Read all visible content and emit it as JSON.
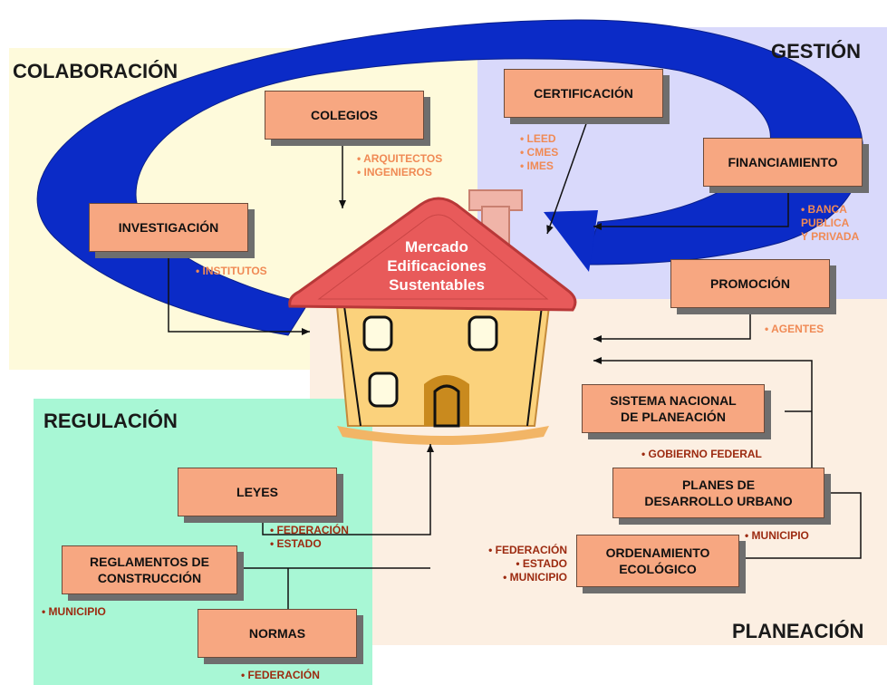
{
  "zones": {
    "colaboracion": "COLABORACIÓN",
    "gestion": "GESTIÓN",
    "regulacion": "REGULACIÓN",
    "planeacion": "PLANEACIÓN"
  },
  "center": "Mercado\nEdificaciones\nSustentables",
  "boxes": {
    "colegios": "COLEGIOS",
    "investigacion": "INVESTIGACIÓN",
    "certificacion": "CERTIFICACIÓN",
    "financiamiento": "FINANCIAMIENTO",
    "promocion": "PROMOCIÓN",
    "sistema_nacional": "SISTEMA NACIONAL\nDE PLANEACIÓN",
    "planes_desarrollo": "PLANES DE\nDESARROLLO URBANO",
    "ordenamiento": "ORDENAMIENTO\nECOLÓGICO",
    "leyes": "LEYES",
    "reglamentos": "REGLAMENTOS DE\nCONSTRUCCIÓN",
    "normas": "NORMAS"
  },
  "notes": {
    "colegios": "• ARQUITECTOS\n• INGENIEROS",
    "investigacion": "• INSTITUTOS",
    "certificacion": "• LEED\n• CMES\n• IMES",
    "financiamiento": "• BANCA\nPUBLICA\nY PRIVADA",
    "promocion": "• AGENTES",
    "sistema_nacional": "• GOBIERNO FEDERAL",
    "planes_desarrollo": "• MUNICIPIO",
    "ordenamiento": "• FEDERACIÓN\n• ESTADO\n• MUNICIPIO",
    "leyes": "• FEDERACIÓN\n• ESTADO",
    "reglamentos": "• MUNICIPIO",
    "normas": "• FEDERACIÓN"
  }
}
